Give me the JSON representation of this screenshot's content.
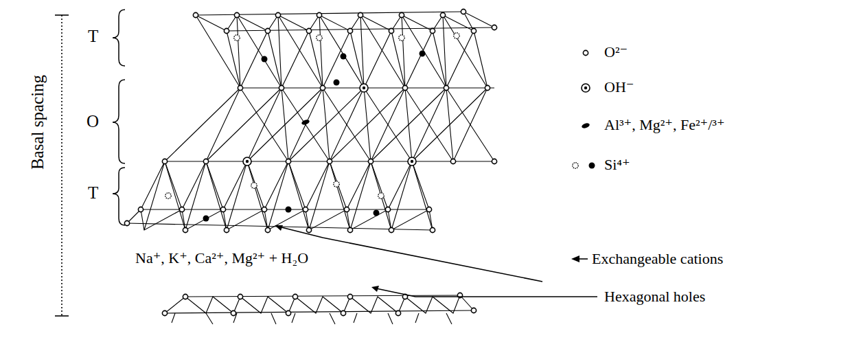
{
  "diagram": {
    "labels": [
      "Basal spacing",
      "T",
      "O",
      "T",
      "Na⁺, K⁺, Ca²⁺, Mg²⁺ + H₂O",
      "Exchangeable cations",
      "Hexagonal holes"
    ],
    "legend": [
      {
        "text": "O²⁻"
      },
      {
        "text": "OH⁻"
      },
      {
        "text": "Al³⁺, Mg²⁺, Fe²⁺/³⁺"
      },
      {
        "text": "Si⁴⁺"
      }
    ]
  }
}
